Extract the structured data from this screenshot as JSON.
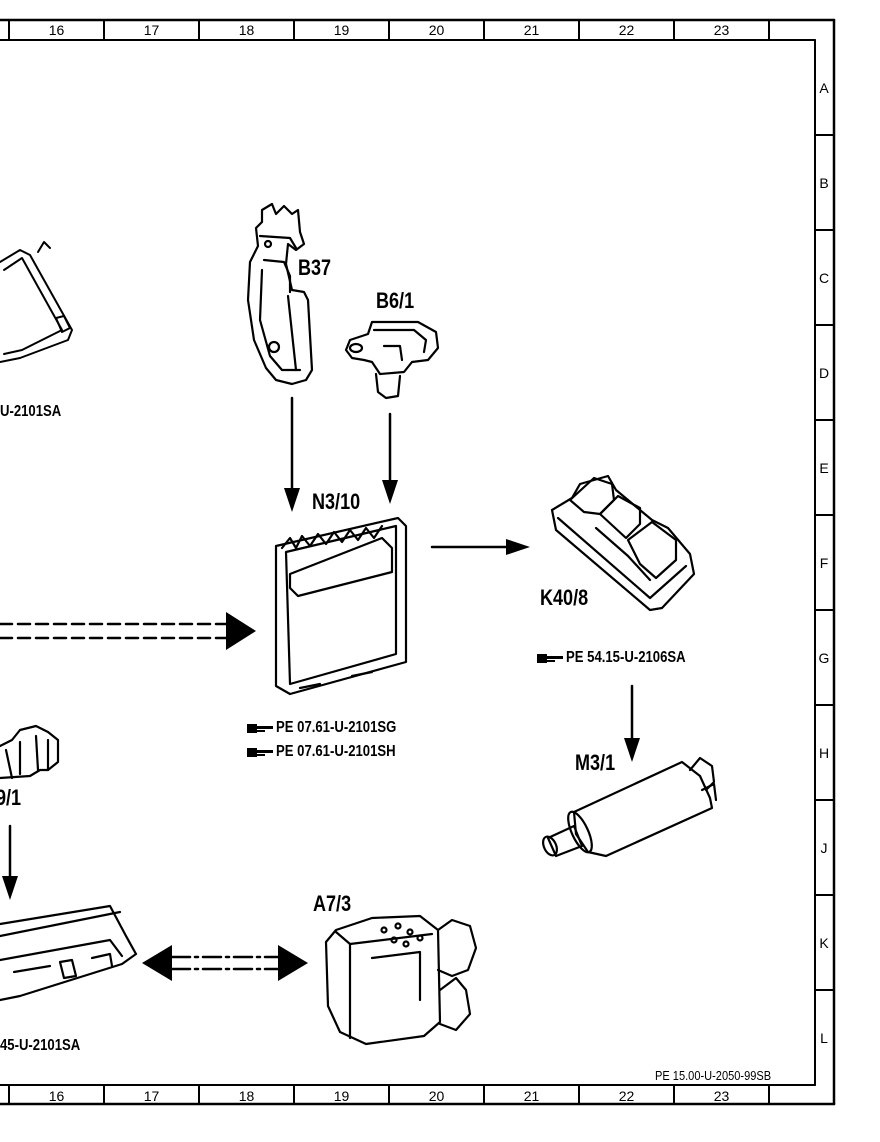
{
  "columns": [
    "16",
    "17",
    "18",
    "19",
    "20",
    "21",
    "22",
    "23"
  ],
  "rows": [
    "A",
    "B",
    "C",
    "D",
    "E",
    "F",
    "G",
    "H",
    "J",
    "K",
    "L"
  ],
  "components": {
    "b37": "B37",
    "b6_1": "B6/1",
    "n3_10": "N3/10",
    "k40_8": "K40/8",
    "m3_1": "M3/1",
    "a7_3": "A7/3",
    "partial_9_1": "9/1"
  },
  "references": {
    "left_top": "U-2101SA",
    "left_bottom": "45-U-2101SA",
    "n3_10_ref1": "PE  07.61-U-2101SG",
    "n3_10_ref2": "PE  07.61-U-2101SH",
    "k40_8_ref": "PE  54.15-U-2106SA"
  },
  "drawing_code": "PE 15.00-U-2050-99SB"
}
